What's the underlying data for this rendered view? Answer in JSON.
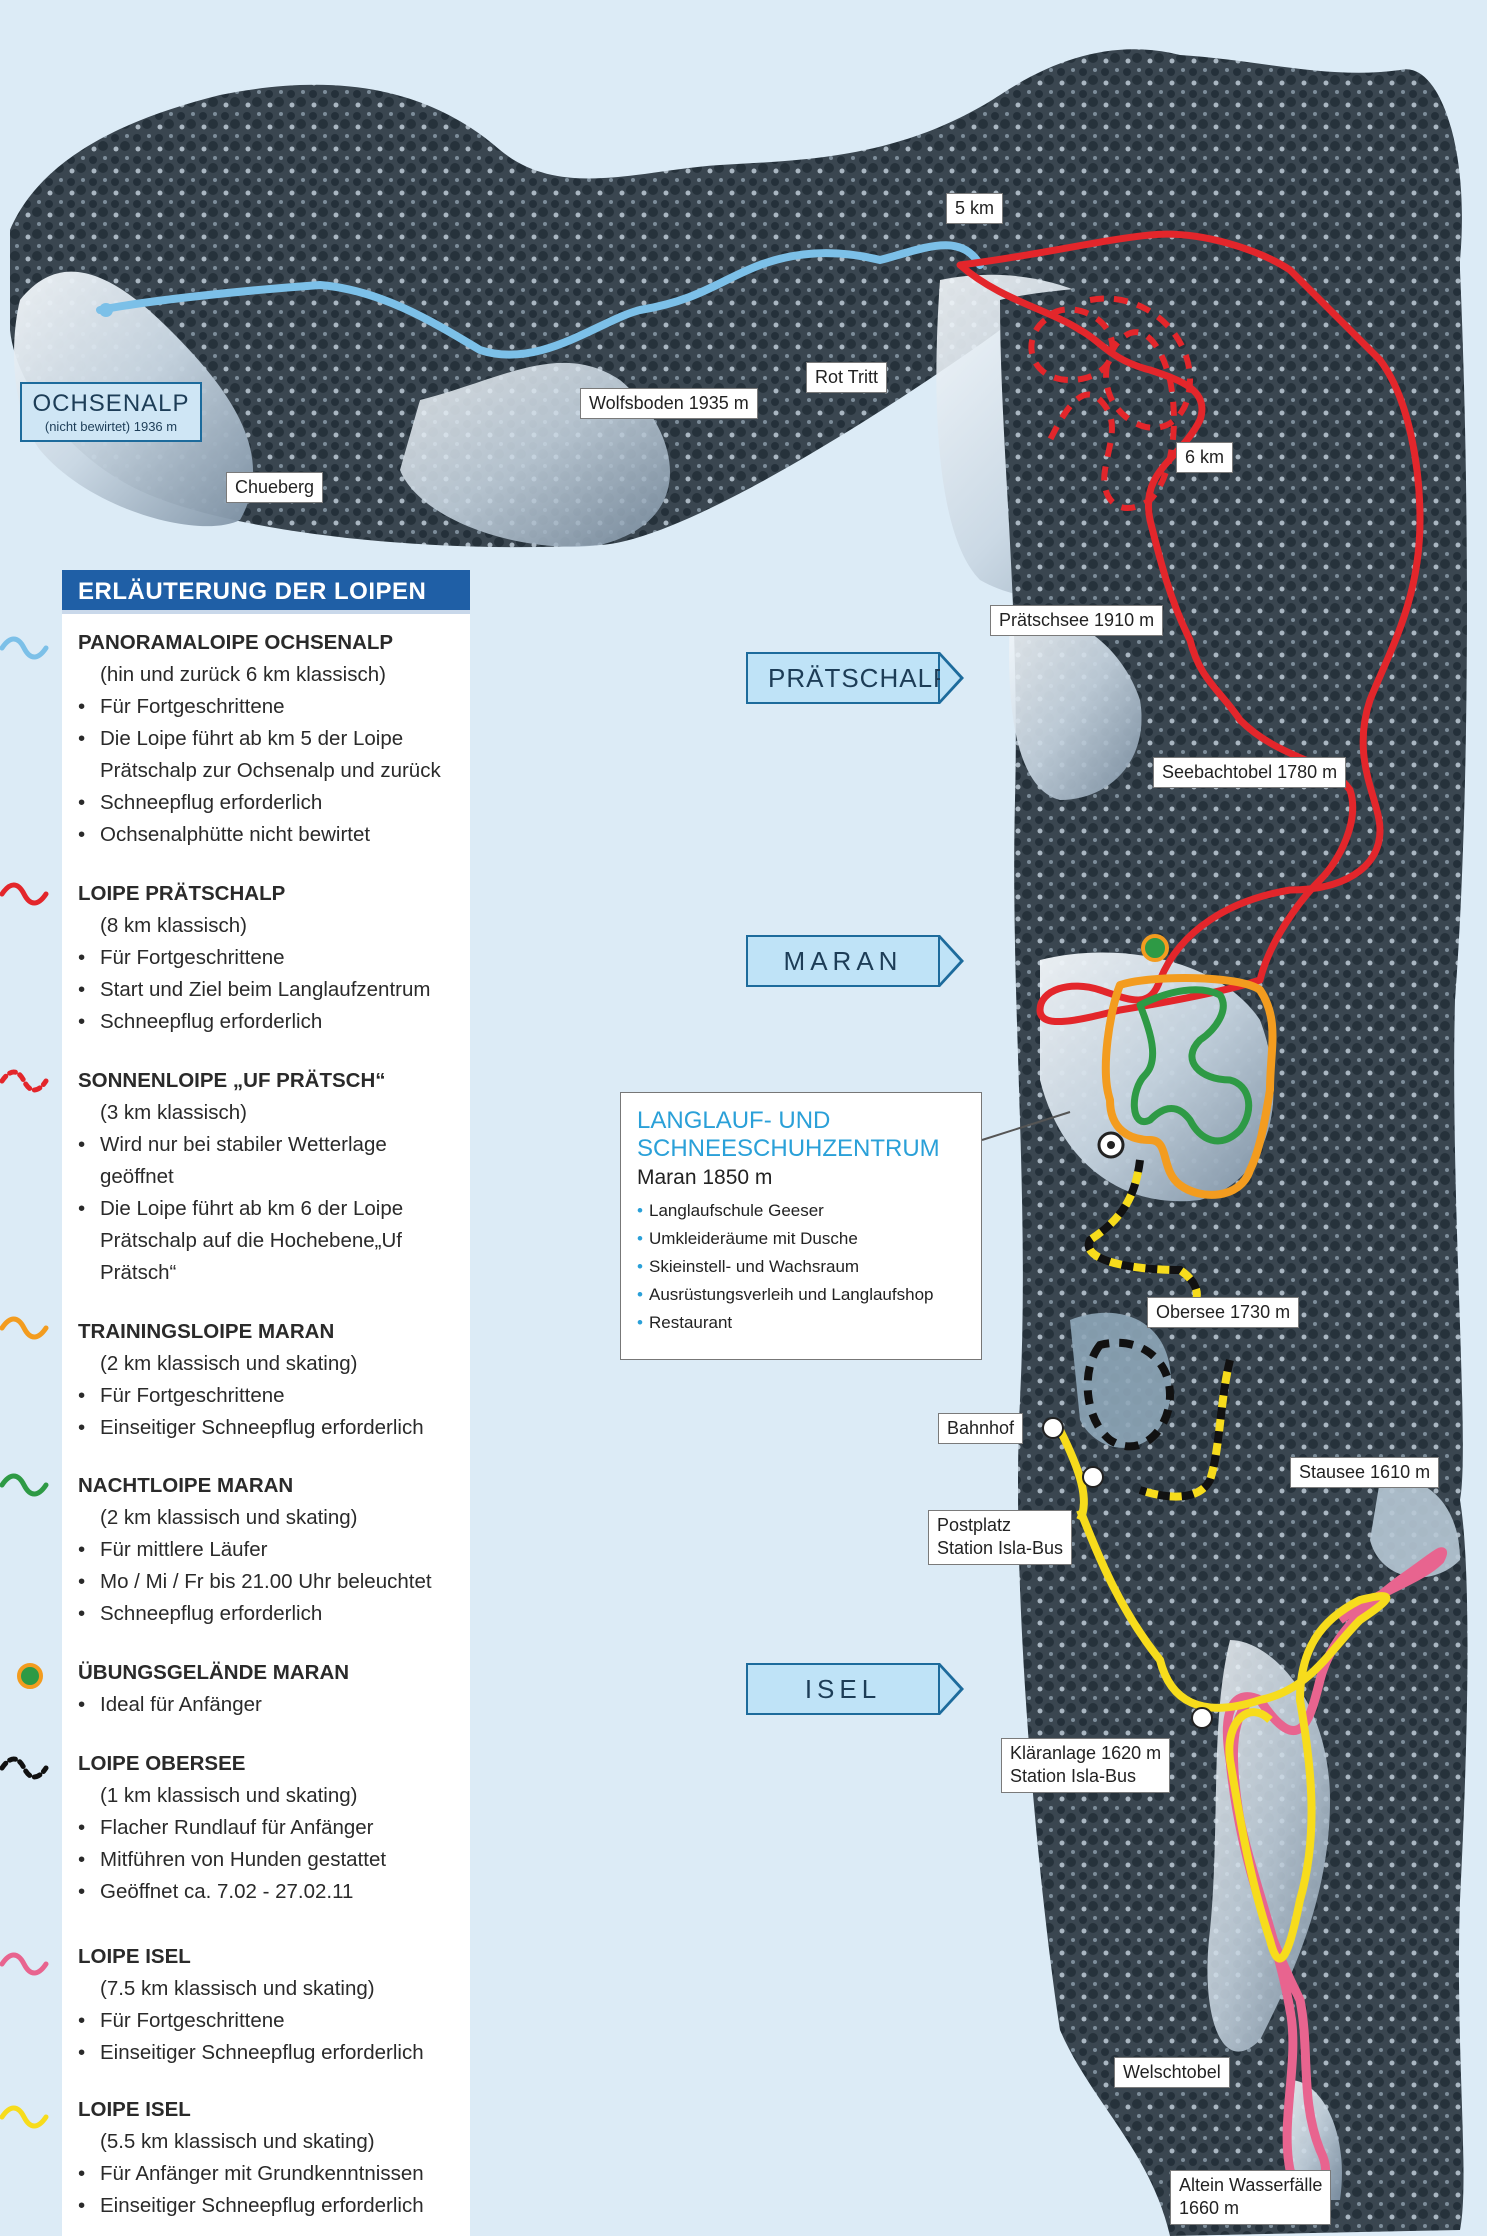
{
  "colors": {
    "panorama": "#7cc0e8",
    "praetschalp": "#e3262b",
    "sonnenloipe": "#e3262b",
    "training": "#f39c1f",
    "nacht": "#2e9a45",
    "obersee": "#111111",
    "isel_pink": "#e8648f",
    "isel_yellow": "#f7dc1c",
    "legend_header": "#1f5fa6"
  },
  "places": {
    "ochsenalp_title": "OCHSENALP",
    "ochsenalp_sub": "(nicht bewirtet)  1936 m",
    "chueberg": "Chueberg",
    "wolfsboden": "Wolfsboden 1935 m",
    "rot_tritt": "Rot Tritt",
    "km5": "5 km",
    "km6": "6 km",
    "praetschsee": "Prätschsee 1910 m",
    "seebachtobel": "Seebachtobel 1780 m",
    "obersee": "Obersee 1730 m",
    "bahnhof": "Bahnhof",
    "postplatz_1": "Postplatz",
    "postplatz_2": "Station Isla-Bus",
    "stausee": "Stausee 1610 m",
    "klaeranlage_1": "Kläranlage 1620 m",
    "klaeranlage_2": "Station Isla-Bus",
    "welschtobel": "Welschtobel",
    "altein_1": "Altein Wasserfälle",
    "altein_2": "1660 m"
  },
  "zones": {
    "praetschalp": "PRÄTSCHALP",
    "maran": "MARAN",
    "isel": "ISEL"
  },
  "center": {
    "title_1": "LANGLAUF- UND",
    "title_2": "SCHNEESCHUHZENTRUM",
    "subtitle": "Maran 1850 m",
    "items": [
      "Langlaufschule Geeser",
      "Umkleideräume mit Dusche",
      "Skieinstell- und Wachsraum",
      "Ausrüstungsverleih und Langlaufshop",
      "Restaurant"
    ]
  },
  "legend": {
    "header": "ERLÄUTERUNG DER LOIPEN",
    "entries": [
      {
        "title": "PANORAMALOIPE OCHSENALP",
        "sub": "(hin und zurück 6 km klassisch)",
        "bullets": [
          "Für Fortgeschrittene",
          "Die Loipe führt ab km 5 der Loipe",
          "Schneepflug erforderlich",
          "Ochsenalphütte nicht bewirtet"
        ],
        "cont": "Prätschalp zur Ochsenalp und zurück"
      },
      {
        "title": "LOIPE PRÄTSCHALP",
        "sub": "(8 km klassisch)",
        "bullets": [
          "Für Fortgeschrittene",
          "Start und Ziel beim Langlaufzentrum",
          "Schneepflug erforderlich"
        ]
      },
      {
        "title": "SONNENLOIPE „UF PRÄTSCH“",
        "sub": "(3 km klassisch)",
        "bullets": [
          "Wird nur bei stabiler Wetterlage",
          "Die Loipe führt ab km 6 der Loipe"
        ],
        "cont1": "geöffnet",
        "cont2a": "Prätschalp auf die Hochebene„Uf",
        "cont2b": "Prätsch“"
      },
      {
        "title": "TRAININGSLOIPE MARAN",
        "sub": "(2 km klassisch und skating)",
        "bullets": [
          "Für Fortgeschrittene",
          "Einseitiger Schneepflug erforderlich"
        ]
      },
      {
        "title": "NACHTLOIPE MARAN",
        "sub": "(2 km klassisch und skating)",
        "bullets": [
          "Für mittlere Läufer",
          "Mo / Mi / Fr bis 21.00 Uhr beleuchtet",
          "Schneepflug erforderlich"
        ]
      },
      {
        "title": "ÜBUNGSGELÄNDE MARAN",
        "bullets": [
          "Ideal für Anfänger"
        ]
      },
      {
        "title": "LOIPE OBERSEE",
        "sub": "(1 km klassisch und skating)",
        "bullets": [
          "Flacher Rundlauf für Anfänger",
          "Mitführen von Hunden gestattet",
          "Geöffnet ca. 7.02 - 27.02.11"
        ]
      },
      {
        "title": "LOIPE ISEL",
        "sub": "(7.5 km klassisch und skating)",
        "bullets": [
          "Für Fortgeschrittene",
          "Einseitiger Schneepflug erforderlich"
        ]
      },
      {
        "title": "LOIPE ISEL",
        "sub": "(5.5 km klassisch und skating)",
        "bullets": [
          "Für Anfänger mit Grundkenntnissen",
          "Einseitiger Schneepflug erforderlich"
        ]
      }
    ]
  }
}
